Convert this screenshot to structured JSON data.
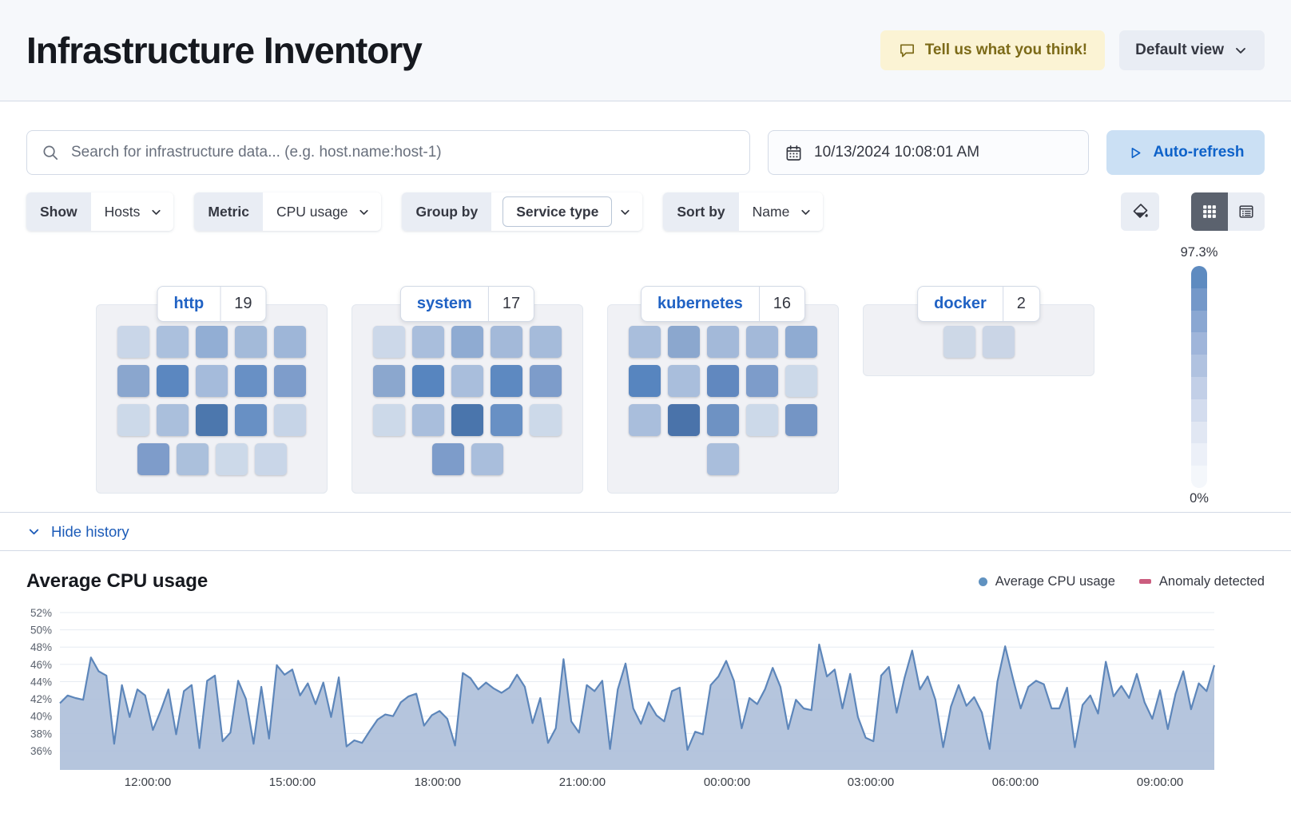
{
  "header": {
    "title": "Infrastructure Inventory",
    "feedback_label": "Tell us what you think!",
    "view_selector": "Default view"
  },
  "toolbar": {
    "search_placeholder": "Search for infrastructure data... (e.g. host.name:host-1)",
    "datetime": "10/13/2024 10:08:01 AM",
    "autorefresh_label": "Auto-refresh"
  },
  "filters": {
    "show": {
      "label": "Show",
      "value": "Hosts"
    },
    "metric": {
      "label": "Metric",
      "value": "CPU usage"
    },
    "group_by": {
      "label": "Group by",
      "value": "Service type"
    },
    "sort_by": {
      "label": "Sort by",
      "value": "Name"
    }
  },
  "icons": {
    "feedback": "speech-bubble",
    "view_selector": "chevron-down",
    "search": "magnifier",
    "date": "calendar",
    "autorefresh": "play-outline",
    "color": "paint-bucket",
    "view_grid": "grid-3x3",
    "view_table": "table-list",
    "history": "chevron-down"
  },
  "legend_scale": {
    "max": "97.3%",
    "min": "0%",
    "steps": [
      "#5e8bc0",
      "#7498c9",
      "#8aa7d2",
      "#9fb5da",
      "#b0c2e0",
      "#c2cfe7",
      "#d3dcee",
      "#e1e7f3",
      "#ecf0f8",
      "#f4f7fb"
    ]
  },
  "groups": [
    {
      "name": "http",
      "count": "19",
      "rows": [
        [
          "#c9d6e8",
          "#abc0dd",
          "#92aed4",
          "#a3bad9",
          "#9eb6d8"
        ],
        [
          "#8aa6ce",
          "#5b87c0",
          "#a5bbdb",
          "#6890c5",
          "#7e9dcb"
        ],
        [
          "#ccd9e9",
          "#aabfdc",
          "#4c77ad",
          "#6890c4",
          "#c6d4e7"
        ],
        [
          "#7e9cca",
          "#abc0dc",
          "#ccd9e9",
          "#c9d6e8"
        ]
      ]
    },
    {
      "name": "system",
      "count": "17",
      "rows": [
        [
          "#ccd8e9",
          "#a9bedc",
          "#8fabd2",
          "#a3b9d9",
          "#a5bbda"
        ],
        [
          "#8ba7ce",
          "#5785bf",
          "#a9bedc",
          "#5d89c1",
          "#7d9cca"
        ],
        [
          "#ccd9e9",
          "#a9bedc",
          "#4a75ac",
          "#6890c4",
          "#ccd9e9"
        ],
        [
          "#7d9cca",
          "#a9bedc"
        ]
      ]
    },
    {
      "name": "kubernetes",
      "count": "16",
      "rows": [
        [
          "#a9bedc",
          "#8ba7ce",
          "#a3b9d9",
          "#a3b9d9",
          "#8fabd2"
        ],
        [
          "#5785bf",
          "#a9bedc",
          "#6188bf",
          "#7d9cca",
          "#ccd9e9"
        ],
        [
          "#a9bedc",
          "#4a73aa",
          "#6e92c3",
          "#ccd9e9",
          "#7495c5"
        ],
        [
          "#a9bedc"
        ]
      ]
    },
    {
      "name": "docker",
      "count": "2",
      "rows": [
        [
          "#cdd8e7",
          "#cad5e6"
        ]
      ]
    }
  ],
  "history": {
    "toggle_label": "Hide history"
  },
  "chart_data": {
    "type": "area",
    "title": "Average CPU usage",
    "legend": [
      {
        "label": "Average CPU usage",
        "color": "#6092c0",
        "shape": "dot"
      },
      {
        "label": "Anomaly detected",
        "color": "#cb5d7f",
        "shape": "dash"
      }
    ],
    "line_color": "#5d86ba",
    "fill_color": "#b1c2db",
    "grid": true,
    "ylim": [
      33.8,
      53
    ],
    "y_ticks": [
      "52%",
      "50%",
      "48%",
      "46%",
      "44%",
      "42%",
      "40%",
      "38%",
      "36%"
    ],
    "x_ticks": [
      {
        "label": "12:00:00",
        "pos": 0.0761
      },
      {
        "label": "15:00:00",
        "pos": 0.2014
      },
      {
        "label": "18:00:00",
        "pos": 0.3272
      },
      {
        "label": "21:00:00",
        "pos": 0.4525
      },
      {
        "label": "00:00:00",
        "pos": 0.5779
      },
      {
        "label": "03:00:00",
        "pos": 0.7024
      },
      {
        "label": "06:00:00",
        "pos": 0.8277
      },
      {
        "label": "09:00:00",
        "pos": 0.953
      }
    ],
    "values": [
      41.5,
      42.4,
      42.1,
      41.9,
      46.8,
      45.2,
      44.7,
      36.8,
      43.6,
      39.9,
      43.1,
      42.4,
      38.4,
      40.6,
      43.1,
      37.9,
      42.9,
      43.6,
      36.3,
      44.1,
      44.7,
      37.1,
      38.1,
      44.1,
      42.0,
      36.8,
      43.4,
      37.4,
      45.9,
      44.8,
      45.4,
      42.4,
      43.8,
      41.4,
      43.9,
      39.9,
      44.5,
      36.5,
      37.2,
      36.9,
      38.3,
      39.6,
      40.2,
      40.0,
      41.6,
      42.3,
      42.6,
      38.9,
      40.1,
      40.6,
      39.7,
      36.6,
      45.0,
      44.4,
      43.1,
      43.9,
      43.2,
      42.7,
      43.3,
      44.8,
      43.4,
      39.2,
      42.1,
      36.9,
      38.6,
      46.6,
      39.4,
      38.1,
      43.6,
      42.9,
      44.1,
      36.2,
      43.1,
      46.1,
      40.9,
      39.1,
      41.6,
      40.1,
      39.4,
      42.9,
      43.3,
      36.1,
      38.2,
      37.9,
      43.6,
      44.6,
      46.4,
      44.1,
      38.6,
      42.1,
      41.4,
      43.1,
      45.6,
      43.4,
      38.5,
      41.9,
      40.9,
      40.7,
      48.3,
      44.6,
      45.4,
      40.9,
      44.9,
      39.9,
      37.5,
      37.1,
      44.7,
      45.7,
      40.4,
      44.4,
      47.6,
      43.1,
      44.6,
      41.9,
      36.4,
      41.1,
      43.6,
      41.2,
      42.2,
      40.4,
      36.2,
      44.0,
      48.1,
      44.4,
      40.9,
      43.4,
      44.1,
      43.7,
      40.9,
      40.9,
      43.3,
      36.4,
      41.3,
      42.4,
      40.3,
      46.3,
      42.3,
      43.5,
      42.1,
      44.9,
      41.6,
      39.7,
      43.0,
      38.5,
      42.6,
      45.2,
      40.8,
      43.8,
      42.9,
      45.9
    ]
  }
}
